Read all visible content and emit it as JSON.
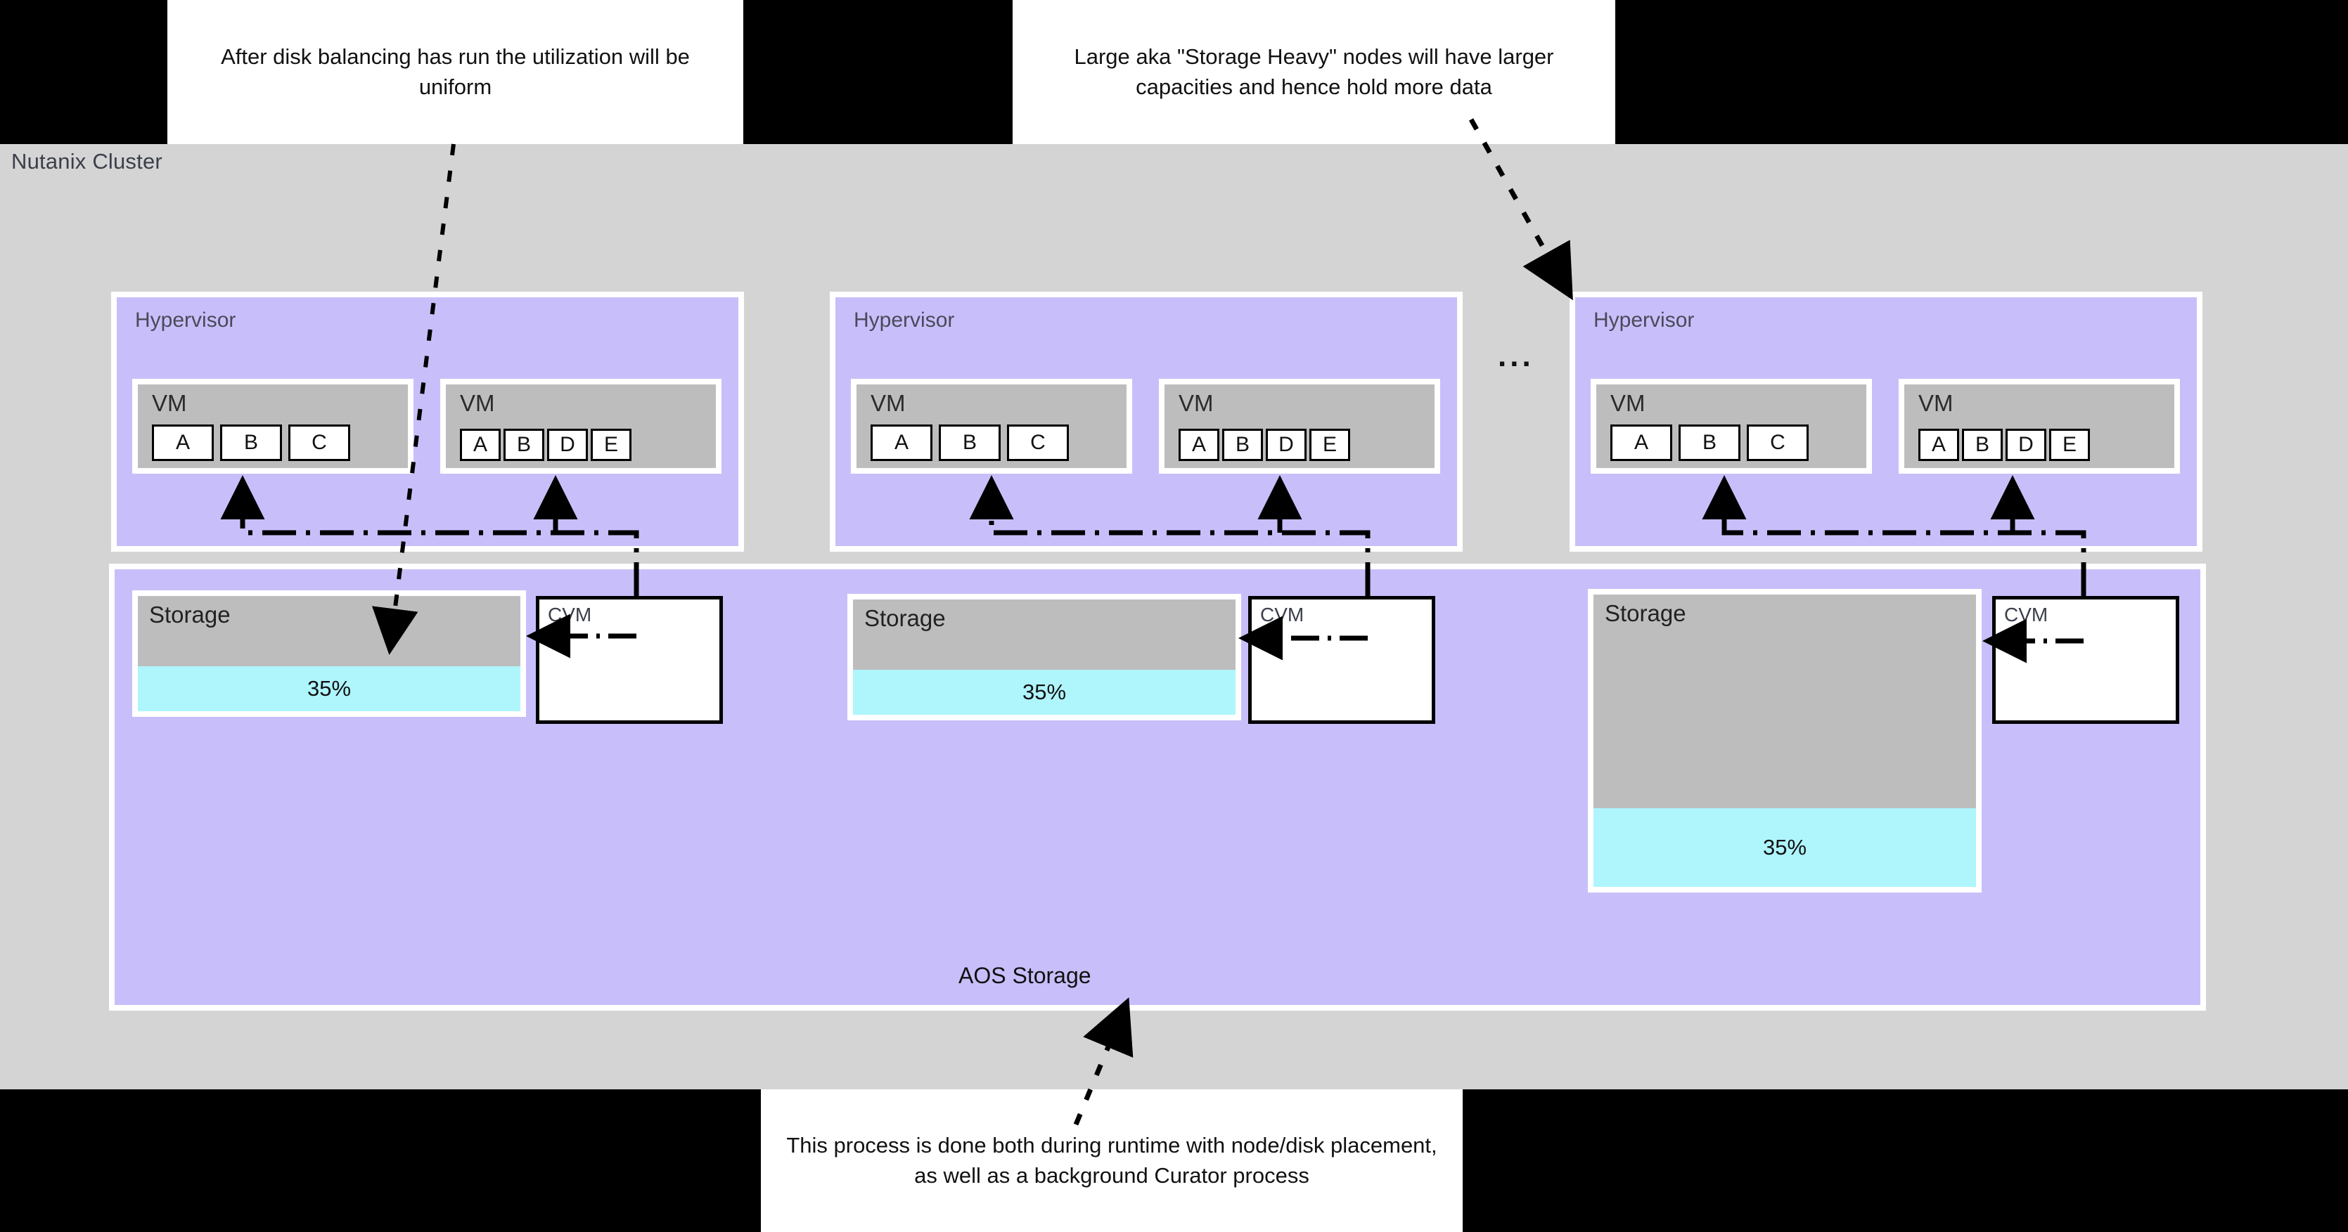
{
  "callouts": {
    "top_left": "After disk balancing has run the utilization will be uniform",
    "top_right": "Large aka \"Storage Heavy\" nodes will have larger capacities and hence hold more data",
    "bottom": "This process is done both during runtime with node/disk placement, as well as a background Curator process"
  },
  "cluster": {
    "label": "Nutanix Cluster",
    "aos_label": "AOS Storage",
    "ellipsis": "..."
  },
  "colors": {
    "canvas": "#000000",
    "cluster_bg": "#d4d4d4",
    "hypervisor_bg": "#c8bffa",
    "vm_bg": "#bdbdbd",
    "storage_used": "#aff5fc",
    "callout_bg": "#ffffff",
    "text": "#111111"
  },
  "nodes": [
    {
      "hypervisor_label": "Hypervisor",
      "vms": [
        {
          "label": "VM",
          "disks": [
            "A",
            "B",
            "C"
          ],
          "style": "wide"
        },
        {
          "label": "VM",
          "disks": [
            "A",
            "B",
            "D",
            "E"
          ],
          "style": "narrow"
        }
      ],
      "storage": {
        "label": "Storage",
        "utilization": "35%",
        "size": "standard"
      },
      "cvm": {
        "label": "CVM"
      }
    },
    {
      "hypervisor_label": "Hypervisor",
      "vms": [
        {
          "label": "VM",
          "disks": [
            "A",
            "B",
            "C"
          ],
          "style": "wide"
        },
        {
          "label": "VM",
          "disks": [
            "A",
            "B",
            "D",
            "E"
          ],
          "style": "narrow"
        }
      ],
      "storage": {
        "label": "Storage",
        "utilization": "35%",
        "size": "standard"
      },
      "cvm": {
        "label": "CVM"
      }
    },
    {
      "hypervisor_label": "Hypervisor",
      "vms": [
        {
          "label": "VM",
          "disks": [
            "A",
            "B",
            "C"
          ],
          "style": "wide"
        },
        {
          "label": "VM",
          "disks": [
            "A",
            "B",
            "D",
            "E"
          ],
          "style": "narrow"
        }
      ],
      "storage": {
        "label": "Storage",
        "utilization": "35%",
        "size": "storage-heavy"
      },
      "cvm": {
        "label": "CVM"
      }
    }
  ]
}
